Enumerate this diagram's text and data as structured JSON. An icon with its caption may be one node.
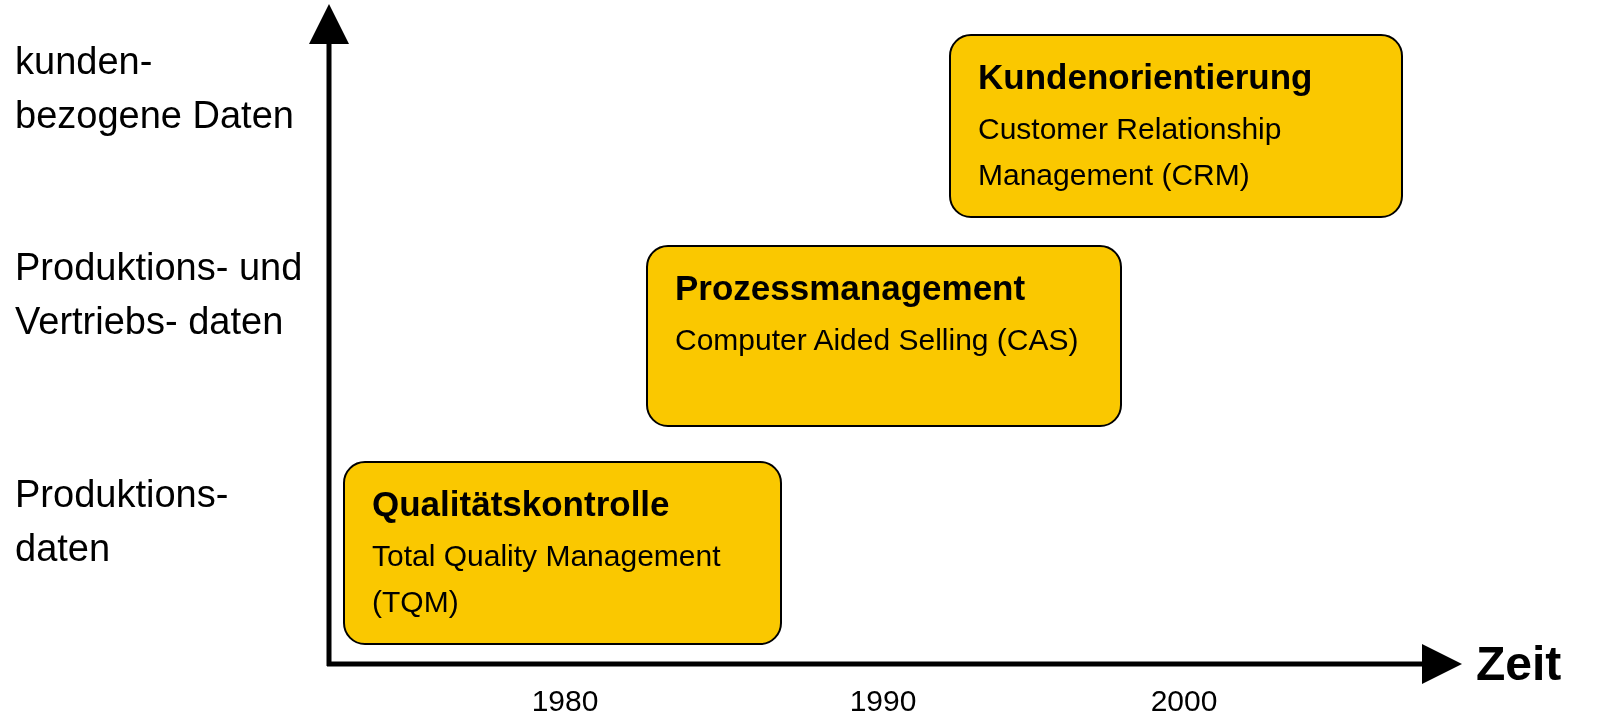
{
  "diagram": {
    "nodes": [
      {
        "text": [
          "Kundenorientierung",
          "Customer Relationship Management (CRM)"
        ]
      },
      {
        "text": [
          "Prozessmanagement",
          "Computer Aided Selling (CAS)"
        ]
      },
      {
        "text": [
          "Qualitätskontrolle",
          "Total Quality Management (TQM)"
        ]
      }
    ],
    "labels": [
      "kunden- bezogene Daten",
      "Produktions- und Vertriebs- daten",
      "Produktions- daten",
      "1980",
      "1990",
      "2000",
      "Zeit"
    ]
  }
}
